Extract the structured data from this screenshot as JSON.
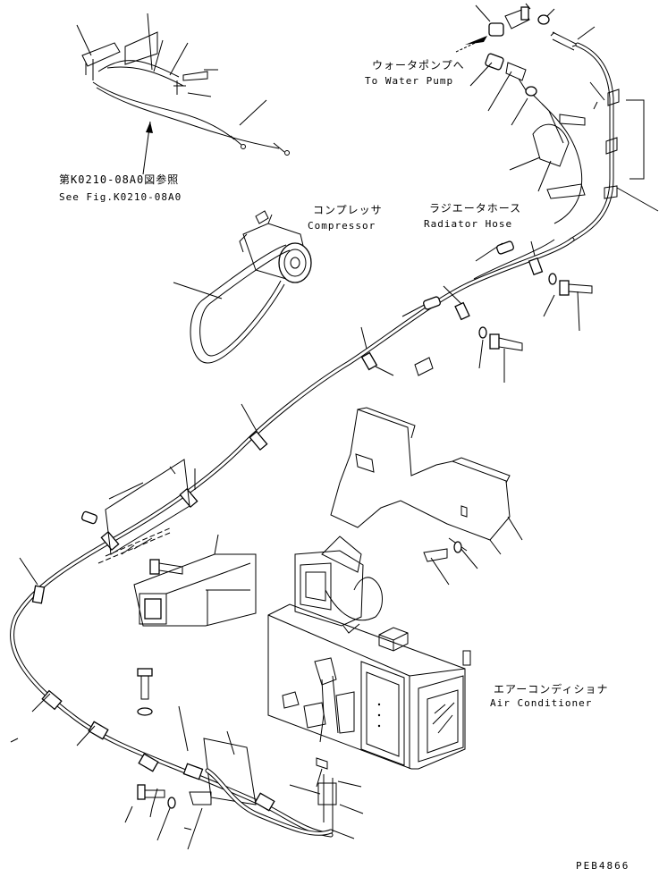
{
  "labels": {
    "see_fig_jp": "第K0210-08A0図参照",
    "see_fig_en": "See Fig.K0210-08A0",
    "water_pump_jp": "ウォータポンプへ",
    "water_pump_en": "To Water Pump",
    "compressor_jp": "コンプレッサ",
    "compressor_en": "Compressor",
    "radiator_hose_jp": "ラジエータホース",
    "radiator_hose_en": "Radiator Hose",
    "air_conditioner_jp": "エアーコンディショナ",
    "air_conditioner_en": "Air Conditioner",
    "drawing_code": "PEB4866"
  }
}
